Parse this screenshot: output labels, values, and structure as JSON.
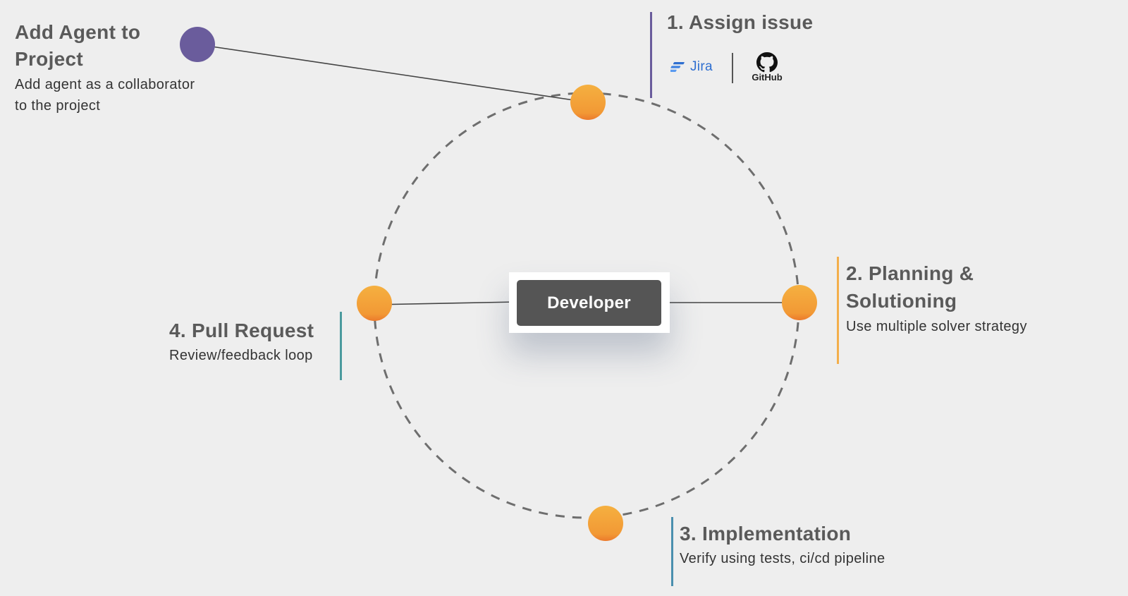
{
  "center": {
    "label": "Developer"
  },
  "start": {
    "title_line1": "Add Agent to",
    "title_line2": "Project",
    "desc_line1": "Add agent as a collaborator",
    "desc_line2": "to the project"
  },
  "steps": [
    {
      "title": "1. Assign issue"
    },
    {
      "title_line1": "2. Planning &",
      "title_line2": "Solutioning",
      "desc": "Use multiple solver strategy"
    },
    {
      "title": "3. Implementation",
      "desc": "Verify using tests, ci/cd pipeline"
    },
    {
      "title": "4. Pull Request",
      "desc": "Review/feedback loop"
    }
  ],
  "logos": {
    "jira": "Jira",
    "github": "GitHub"
  },
  "colors": {
    "background": "#eeeeee",
    "node_gradient_top": "#f5b040",
    "node_gradient_bottom": "#ee7d2e",
    "start_node": "#6a5c9c",
    "step1_accent": "#6a5c9c",
    "step2_accent": "#f3ae4b",
    "step3_accent": "#4a8fae",
    "step4_accent": "#4a9a9e",
    "developer_box": "#555555"
  },
  "icons": {
    "jira": "jira-logo-icon",
    "github": "github-octocat-icon"
  }
}
